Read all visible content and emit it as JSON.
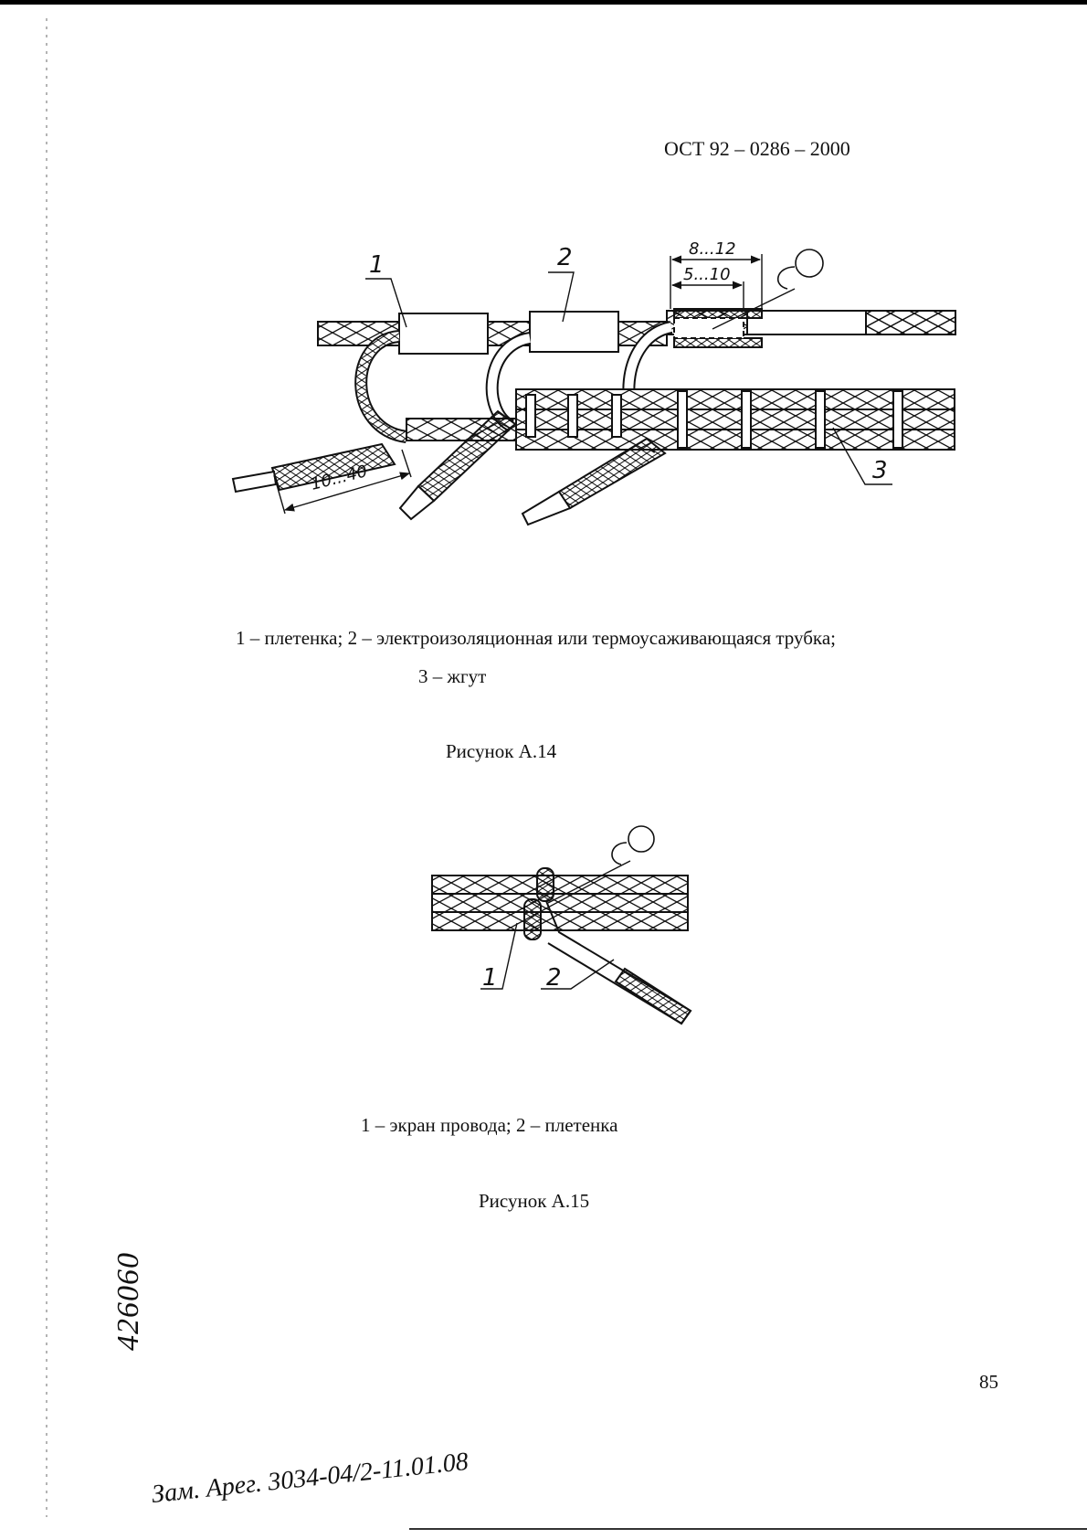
{
  "header": {
    "doc_code": "ОСТ 92 – 0286 – 2000"
  },
  "figure_a14": {
    "labels": {
      "l1": "1",
      "l2": "2",
      "l3": "3"
    },
    "dims": {
      "d1": "8...12",
      "d2": "5...10",
      "d3": "10...40"
    },
    "caption_line1": "1 – плетенка;  2 – электроизоляционная или термоусаживающаяся трубка;",
    "caption_line2": "3 – жгут",
    "title": "Рисунок А.14"
  },
  "figure_a15": {
    "labels": {
      "l1": "1",
      "l2": "2"
    },
    "caption": "1 – экран провода;  2 – плетенка",
    "title": "Рисунок А.15"
  },
  "footer": {
    "page_number": "85",
    "side_stamp": "426060",
    "bottom_stamp": "Зам. Арег. 3034-04/2-11.01.08"
  }
}
